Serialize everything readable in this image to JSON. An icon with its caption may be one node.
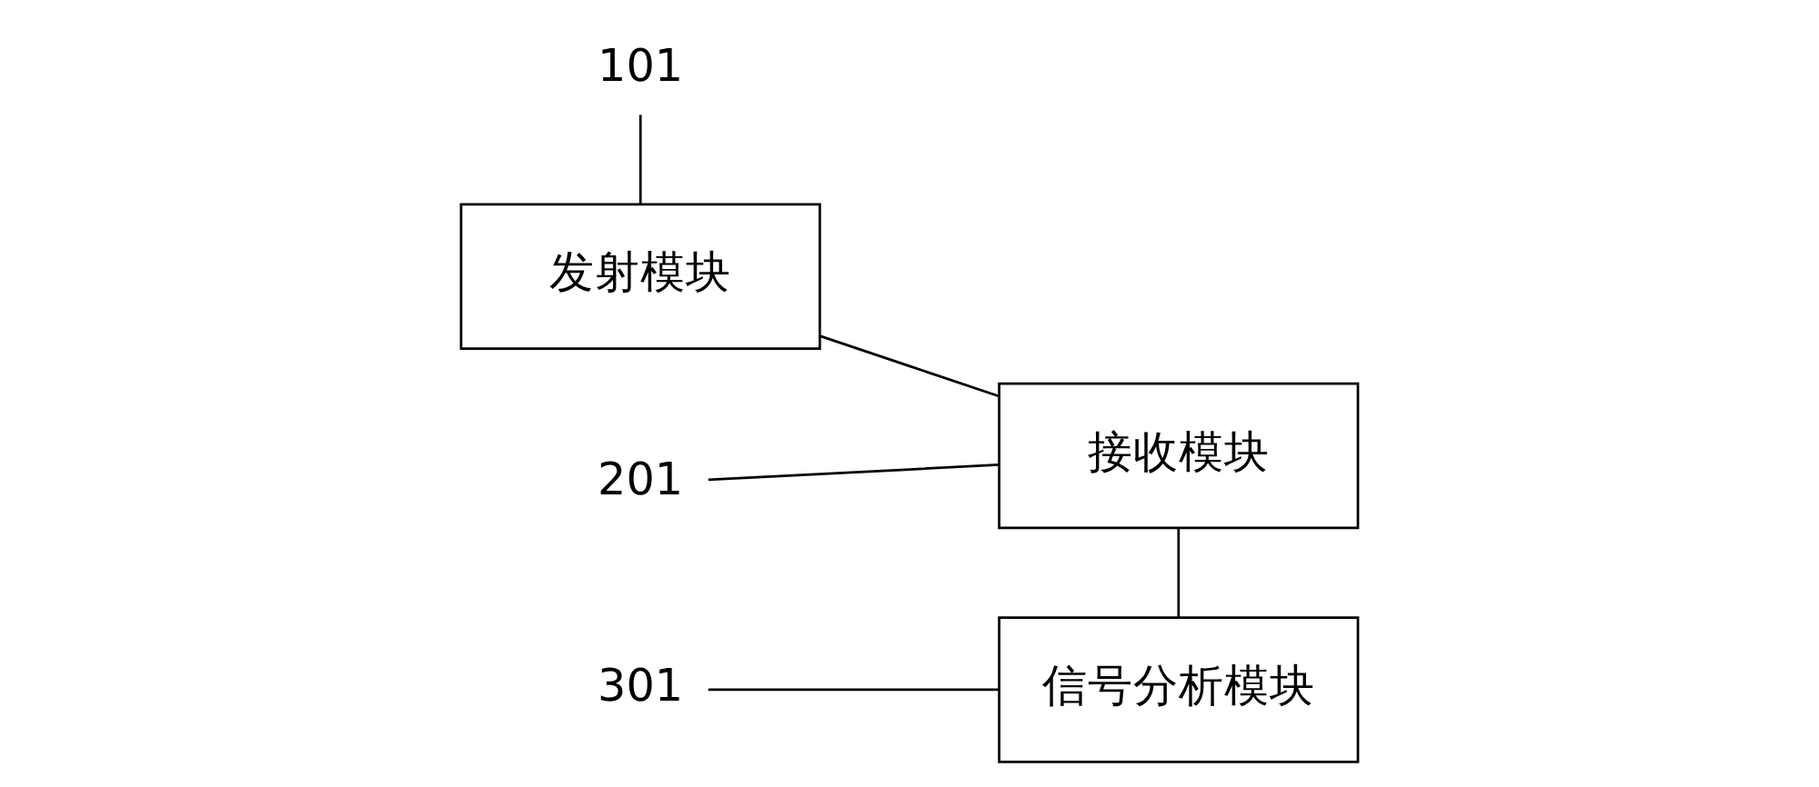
{
  "diagram": {
    "nodes": [
      {
        "text": [
          "101"
        ]
      },
      {
        "text": [
          "发射模块"
        ]
      },
      {
        "text": [
          "201"
        ]
      },
      {
        "text": [
          "接收模块"
        ]
      },
      {
        "text": [
          "301"
        ]
      },
      {
        "text": [
          "信号分析模块"
        ]
      }
    ],
    "edges": [
      {
        "from": 0,
        "to": 1,
        "arrow": "none"
      },
      {
        "from": 1,
        "to": 3,
        "arrow": "none"
      },
      {
        "from": 2,
        "to": 3,
        "arrow": "none"
      },
      {
        "from": 3,
        "to": 5,
        "arrow": "none"
      },
      {
        "from": 4,
        "to": 5,
        "arrow": "none"
      }
    ]
  }
}
